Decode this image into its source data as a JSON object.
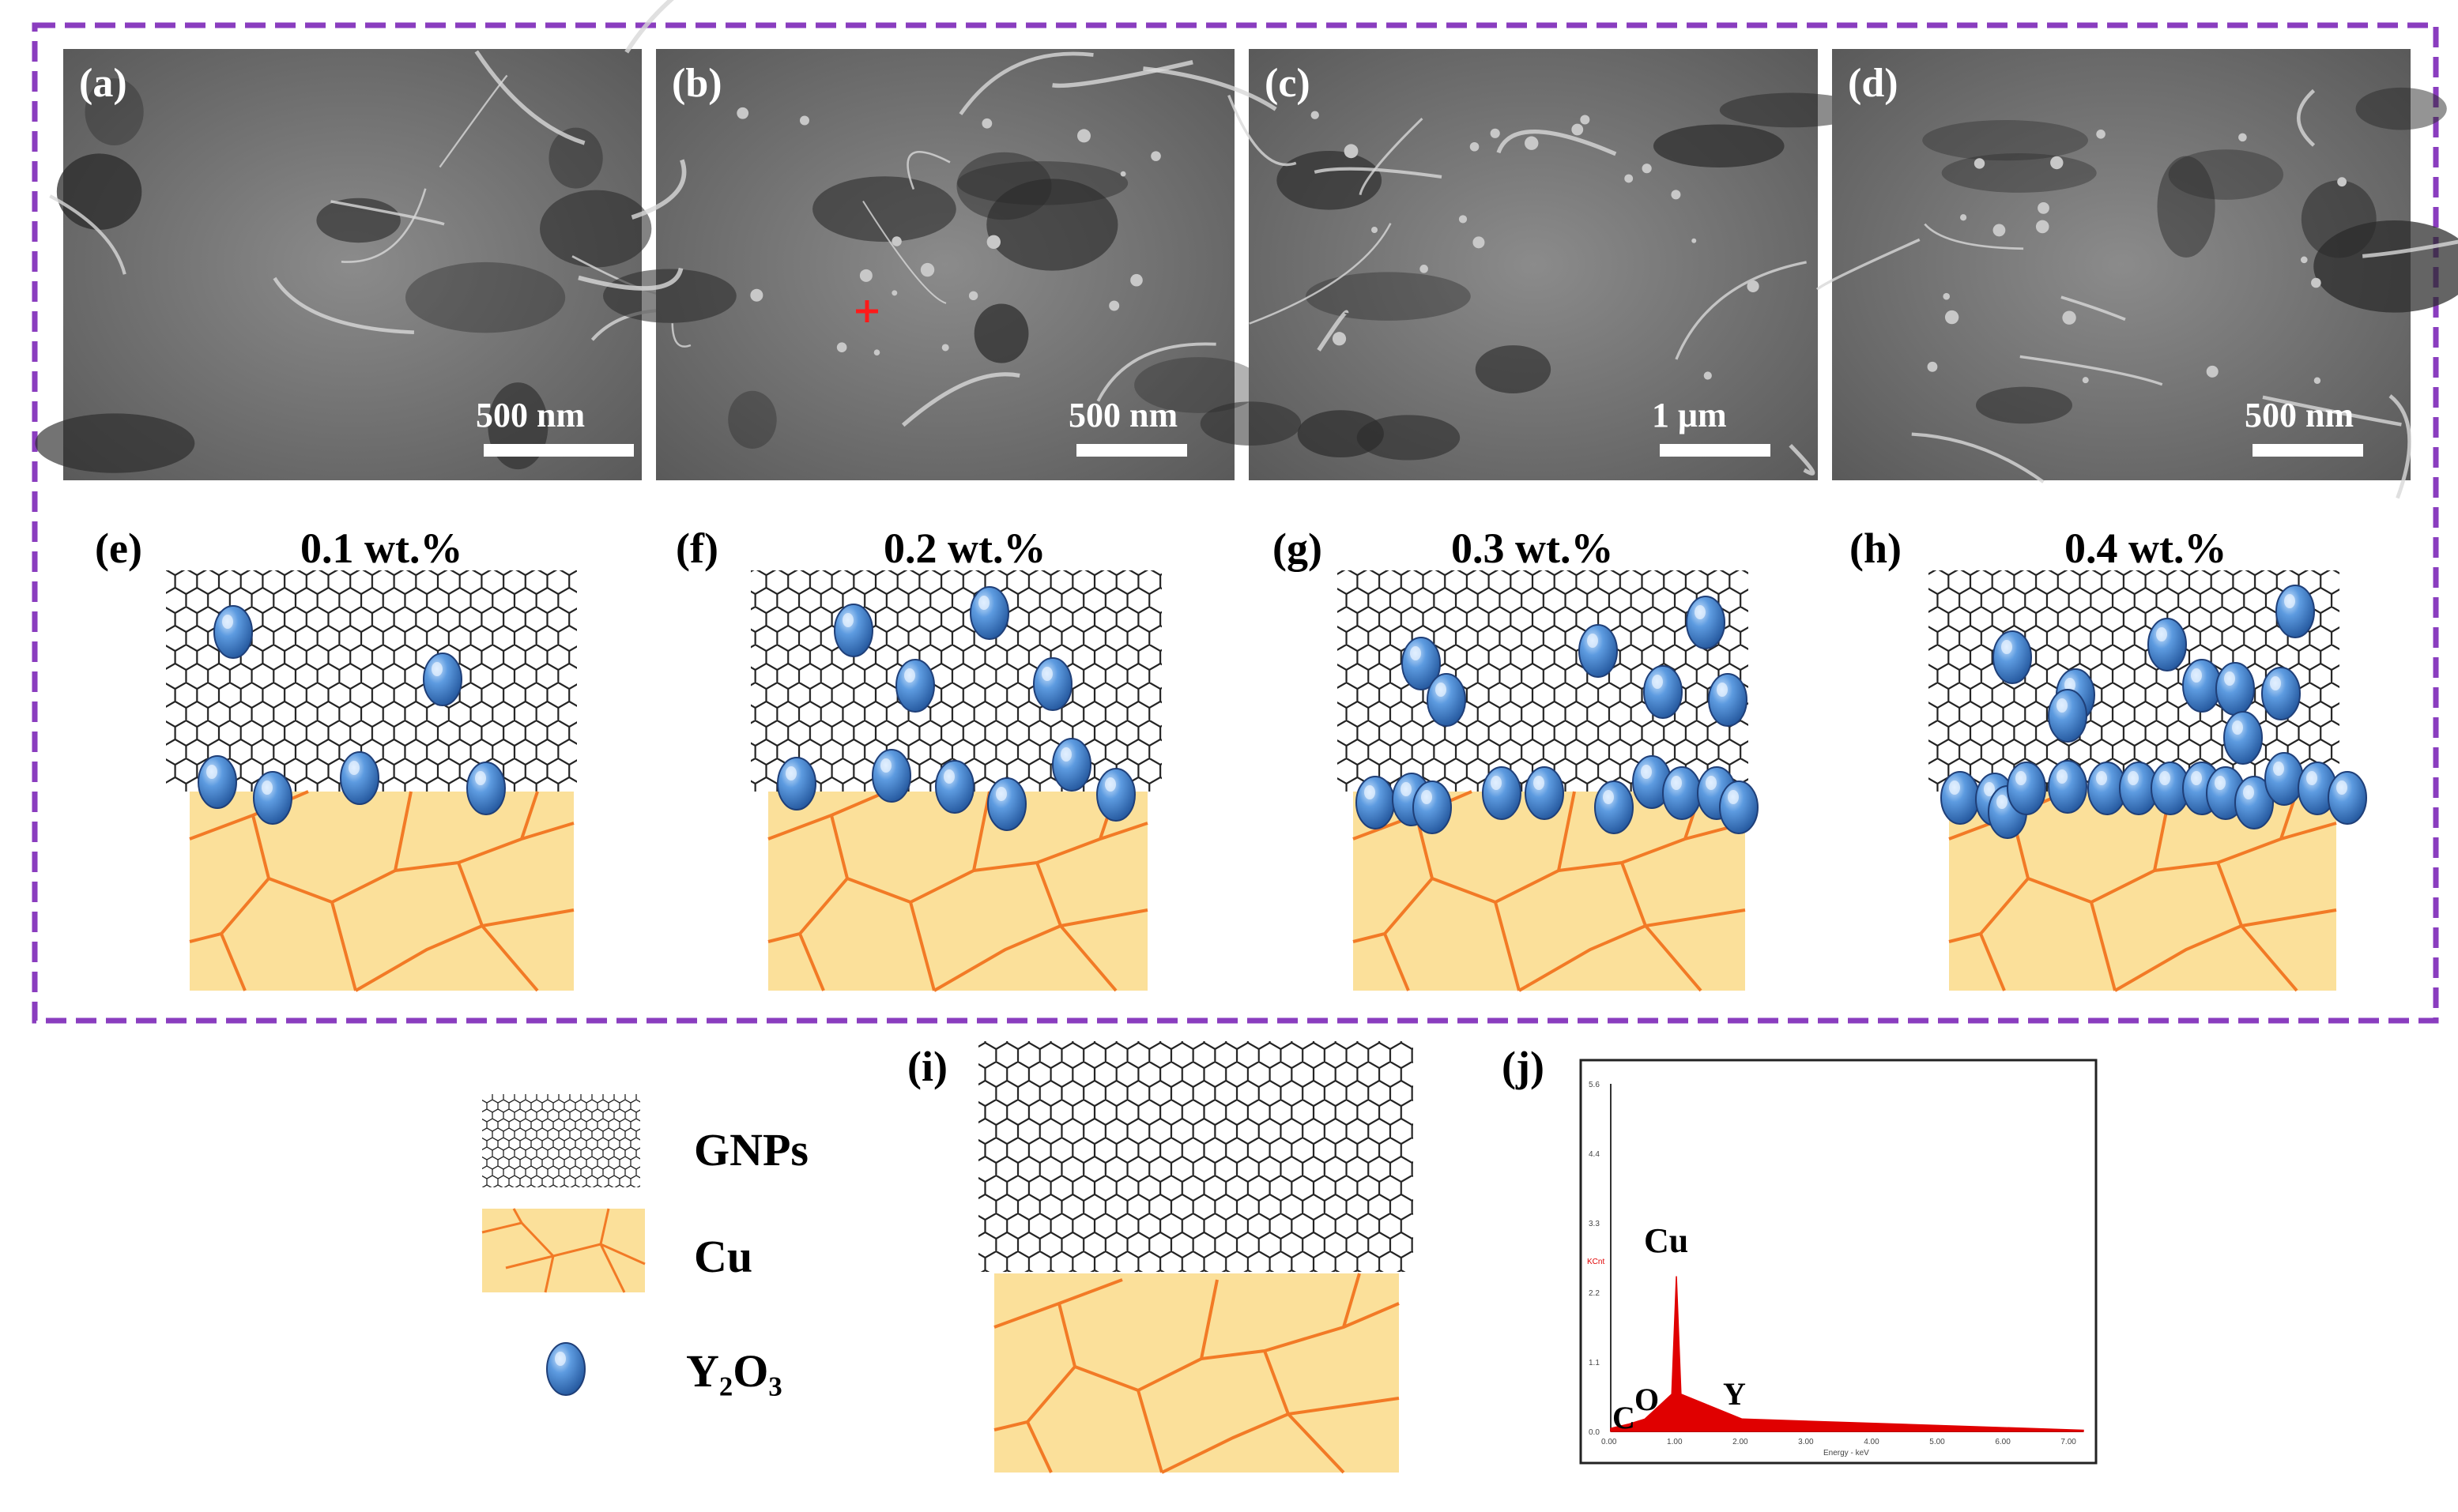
{
  "sem_panels": [
    {
      "label": "(a)",
      "scale": "500 nm"
    },
    {
      "label": "(b)",
      "scale": "500 nm"
    },
    {
      "label": "(c)",
      "scale": "1 μm"
    },
    {
      "label": "(d)",
      "scale": "500 nm"
    }
  ],
  "schematics": [
    {
      "label": "(e)",
      "content": "0.1 wt.%"
    },
    {
      "label": "(f)",
      "content": "0.2 wt.%"
    },
    {
      "label": "(g)",
      "content": "0.3 wt.%"
    },
    {
      "label": "(h)",
      "content": "0.4 wt.%"
    }
  ],
  "legend": {
    "gnps": "GNPs",
    "cu": "Cu",
    "y2o3": "Y₂O₃"
  },
  "panel_i": {
    "label": "(i)"
  },
  "panel_j": {
    "label": "(j)",
    "peaks": {
      "c": "C",
      "o": "O",
      "cu": "Cu",
      "y": "Y"
    },
    "x_ticks": [
      "0.00",
      "1.00",
      "2.00",
      "3.00",
      "4.00",
      "5.00",
      "6.00",
      "7.00"
    ],
    "y_ticks": [
      "5.6",
      "4.4",
      "3.3",
      "2.2",
      "1.1",
      "0.0"
    ],
    "y_unit": "KCnt",
    "x_label": "Energy - keV"
  },
  "colors": {
    "frame": "#8a3dbf",
    "cu_fill": "#fbe09a",
    "cu_grain": "#f27a26",
    "particle": "#3e7fc9",
    "eds_peak": "#e00000"
  },
  "chart_data": {
    "type": "area",
    "title": "",
    "xlabel": "Energy - keV",
    "ylabel": "KCnt",
    "xlim": [
      0,
      7.2
    ],
    "ylim": [
      0,
      5.6
    ],
    "series": [
      {
        "name": "",
        "x": [
          0.0,
          0.28,
          0.52,
          0.93,
          1.0,
          1.07,
          2.0,
          7.2
        ],
        "values": [
          0.05,
          0.12,
          0.2,
          0.6,
          2.5,
          0.6,
          0.2,
          0.02
        ]
      }
    ],
    "annotations": [
      "C",
      "O",
      "Cu",
      "Y"
    ]
  }
}
